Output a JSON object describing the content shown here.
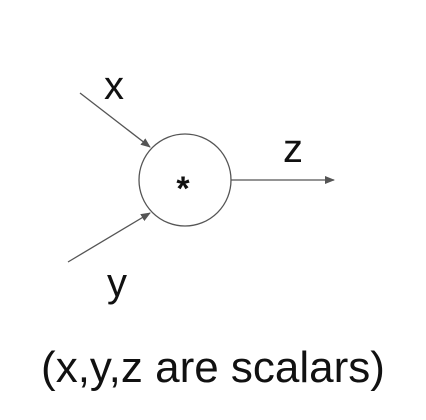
{
  "diagram": {
    "inputs": [
      "x",
      "y"
    ],
    "output": "z",
    "operator": "*",
    "caption": "(x,y,z are scalars)"
  },
  "colors": {
    "line": "#555555",
    "text": "#111111",
    "background": "#ffffff"
  }
}
